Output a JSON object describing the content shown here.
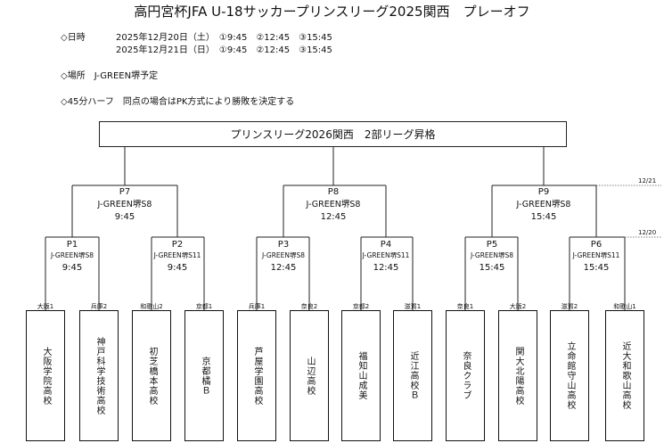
{
  "title": "高円宮杯JFA U-18サッカープリンスリーグ2025関西　プレーオフ",
  "info": {
    "schedule_label": "◇日時",
    "schedule_line1": "2025年12月20日（土）　①9:45　②12:45　③15:45",
    "schedule_line2": "2025年12月21日（日）　①9:45　②12:45　③15:45",
    "venue_line": "◇場所　J-GREEN堺予定",
    "rules_line": "◇45分ハーフ　同点の場合はPK方式により勝敗を決定する"
  },
  "final_banner": "プリンスリーグ2026関西　2部リーグ昇格",
  "round2": [
    {
      "id": "P7",
      "venue": "J-GREEN堺S8",
      "time": "9:45"
    },
    {
      "id": "P8",
      "venue": "J-GREEN堺S8",
      "time": "12:45"
    },
    {
      "id": "P9",
      "venue": "J-GREEN堺S8",
      "time": "15:45"
    }
  ],
  "round1": [
    {
      "id": "P1",
      "venue": "J-GREEN堺S8",
      "time": "9:45"
    },
    {
      "id": "P2",
      "venue": "J-GREEN堺S11",
      "time": "9:45"
    },
    {
      "id": "P3",
      "venue": "J-GREEN堺S8",
      "time": "12:45"
    },
    {
      "id": "P4",
      "venue": "J-GREEN堺S11",
      "time": "12:45"
    },
    {
      "id": "P5",
      "venue": "J-GREEN堺S8",
      "time": "15:45"
    },
    {
      "id": "P6",
      "venue": "J-GREEN堺S11",
      "time": "15:45"
    }
  ],
  "date_notes": {
    "round2": "12/21",
    "round1": "12/20"
  },
  "teams": [
    {
      "seed": "大阪1",
      "name": "大阪学院高校"
    },
    {
      "seed": "兵庫2",
      "name": "神戸科学技術高校"
    },
    {
      "seed": "和歌山2",
      "name": "初芝橋本高校"
    },
    {
      "seed": "京都1",
      "name": "京都橘Ｂ"
    },
    {
      "seed": "兵庫1",
      "name": "芦屋学園高校"
    },
    {
      "seed": "奈良2",
      "name": "山辺高校"
    },
    {
      "seed": "京都2",
      "name": "福知山成美"
    },
    {
      "seed": "滋賀1",
      "name": "近江高校Ｂ"
    },
    {
      "seed": "奈良1",
      "name": "奈良クラブ"
    },
    {
      "seed": "大阪2",
      "name": "関大北陽高校"
    },
    {
      "seed": "滋賀2",
      "name": "立命館守山高校"
    },
    {
      "seed": "和歌山1",
      "name": "近大和歌山高校"
    }
  ]
}
